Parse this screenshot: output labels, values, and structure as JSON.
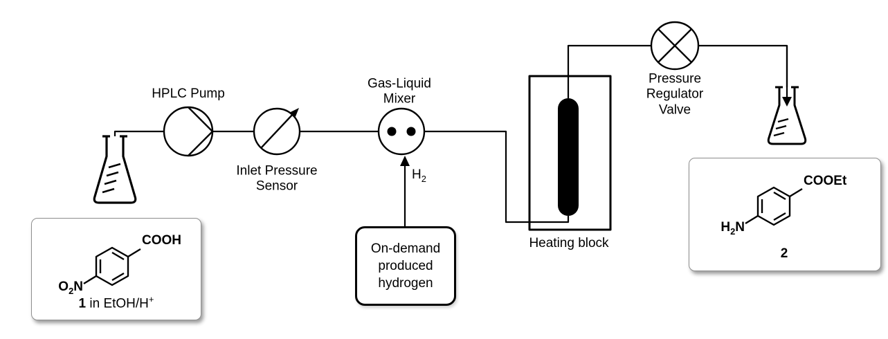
{
  "diagram": {
    "pump_label": "HPLC Pump",
    "sensor_label_1": "Inlet Pressure",
    "sensor_label_2": "Sensor",
    "mixer_label_1": "Gas-Liquid",
    "mixer_label_2": "Mixer",
    "h2_base": "H",
    "h2_sub": "2",
    "hydrogen_box_1": "On-demand",
    "hydrogen_box_2": "produced",
    "hydrogen_box_3": "hydrogen",
    "heating_block_label": "Heating block",
    "valve_label_1": "Pressure",
    "valve_label_2": "Regulator",
    "valve_label_3": "Valve"
  },
  "compound1": {
    "substituent_top": "COOH",
    "substituent_bottom_o": "O",
    "substituent_bottom_sub": "2",
    "substituent_bottom_n": "N",
    "caption_number": "1",
    "caption_text": " in EtOH/H",
    "caption_sup": "+"
  },
  "compound2": {
    "substituent_top": "COOEt",
    "substituent_bottom_h": "H",
    "substituent_bottom_sub": "2",
    "substituent_bottom_n": "N",
    "caption_number": "2"
  },
  "colors": {
    "line": "#000000",
    "box_border": "#8f8f8f",
    "background": "#ffffff"
  }
}
